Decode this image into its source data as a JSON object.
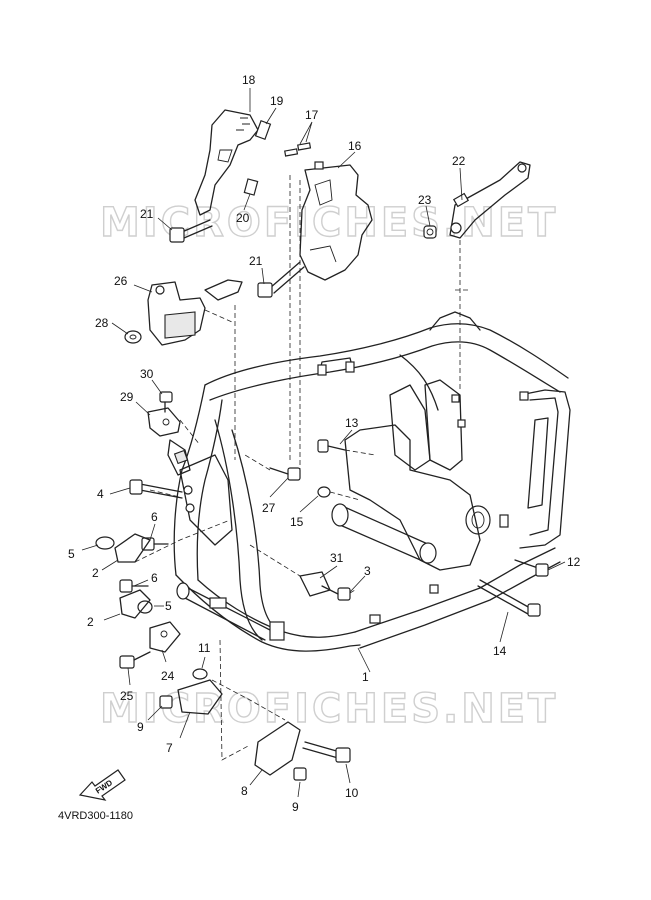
{
  "diagram": {
    "reference_code": "4VRD300-1180",
    "watermark_text": "MICROFICHES.NET",
    "fwd_label": "FWD",
    "callouts": [
      "1",
      "2",
      "2",
      "3",
      "4",
      "5",
      "5",
      "6",
      "6",
      "7",
      "8",
      "9",
      "9",
      "10",
      "11",
      "12",
      "13",
      "14",
      "15",
      "16",
      "17",
      "18",
      "19",
      "20",
      "21",
      "21",
      "22",
      "23",
      "24",
      "25",
      "26",
      "27",
      "28",
      "29",
      "30",
      "31"
    ]
  }
}
